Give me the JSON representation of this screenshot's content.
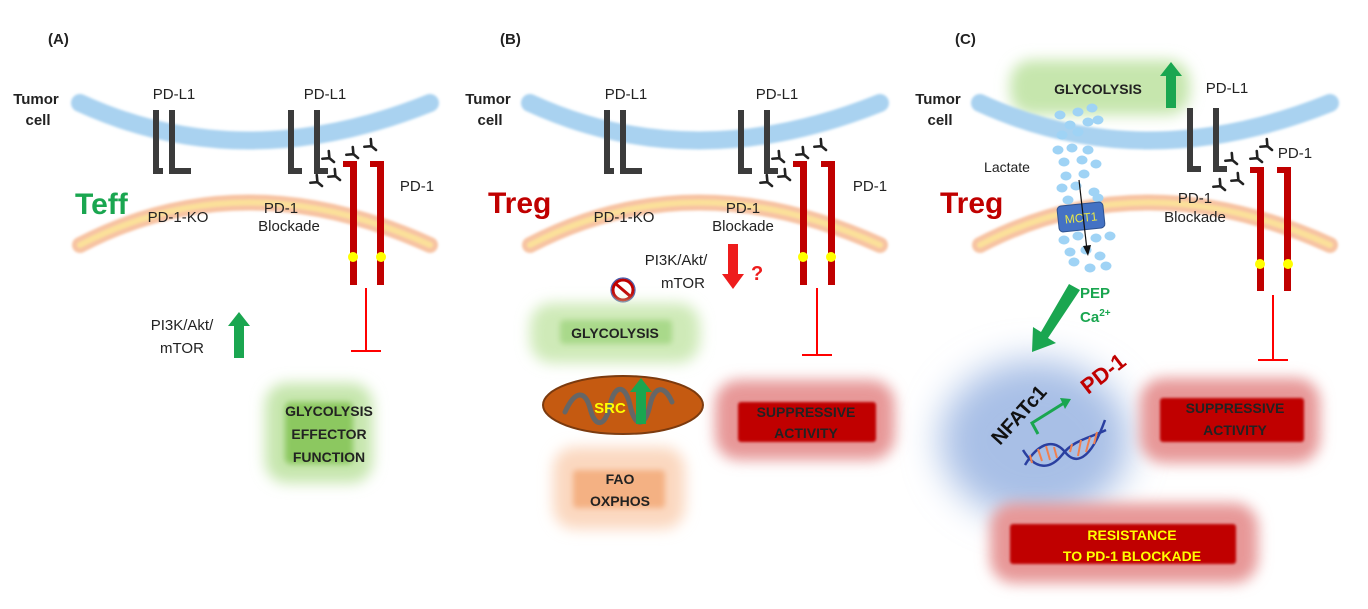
{
  "colors": {
    "tumor_membrane": "#a9d2f0",
    "tcell_membrane_outer": "#f7c3a3",
    "tcell_membrane_inner": "#fbe09a",
    "pdl1": "#3b3b3b",
    "pd1": "#c00000",
    "phospho_dot": "#ffff00",
    "inhibit_line": "#ff0000",
    "up_arrow": "#1aa650",
    "down_arrow": "#ee1c1c",
    "teff_label": "#1aa650",
    "treg_label": "#c00000",
    "glyco_glow": "#b8e09a",
    "glyco_core": "#8cc860",
    "suppressive_glow": "#e88a8a",
    "suppressive_core": "#c00000",
    "fao_glow": "#fbd8c0",
    "fao_core": "#f4b183",
    "mito_fill": "#c55a11",
    "mito_border": "#7b3a0e",
    "mito_cristae": "#666666",
    "src_text": "#ffff00",
    "lactate_dots": "#9fd3f5",
    "mct1_fill": "#4472c4",
    "mct1_text": "#e6e64a",
    "nucleus_blue": "#a8bfe6",
    "resistance_text": "#ffff00",
    "pep_text": "#1aa650"
  },
  "panels": [
    {
      "id": "A",
      "panel_label": "(A)",
      "tumor_cell_label": [
        "Tumor",
        "cell"
      ],
      "cell_type_label": "Teff",
      "pdl1_labels": [
        "PD-L1",
        "PD-L1"
      ],
      "pd1_label": "PD-1",
      "pd1_ko_label": "PD-1-KO",
      "blockade_label": [
        "PD-1",
        "Blockade"
      ],
      "pathway_label": [
        "PI3K/Akt/",
        "mTOR"
      ],
      "pathway_direction": "up",
      "outcome_box": [
        "GLYCOLYSIS",
        "EFFECTOR",
        "FUNCTION"
      ]
    },
    {
      "id": "B",
      "panel_label": "(B)",
      "tumor_cell_label": [
        "Tumor",
        "cell"
      ],
      "cell_type_label": "Treg",
      "pdl1_labels": [
        "PD-L1",
        "PD-L1"
      ],
      "pd1_label": "PD-1",
      "pd1_ko_label": "PD-1-KO",
      "blockade_label": [
        "PD-1",
        "Blockade"
      ],
      "pathway_label": [
        "PI3K/Akt/",
        "mTOR"
      ],
      "pathway_direction": "down",
      "question_mark": "?",
      "glycolysis_box": "GLYCOLYSIS",
      "mito_label": "SRC",
      "fao_box": [
        "FAO",
        "OXPHOS"
      ],
      "suppressive_box": [
        "SUPPRESSIVE",
        "ACTIVITY"
      ]
    },
    {
      "id": "C",
      "panel_label": "(C)",
      "tumor_cell_label": [
        "Tumor",
        "cell"
      ],
      "cell_type_label": "Treg",
      "glycolysis_box": "GLYCOLYSIS",
      "pdl1_label": "PD-L1",
      "pd1_label": "PD-1",
      "blockade_label": [
        "PD-1",
        "Blockade"
      ],
      "lactate_label": "Lactate",
      "transporter_label": "MCT1",
      "metabolites": [
        "PEP",
        "Ca"
      ],
      "calcium_superscript": "2+",
      "nfat_label": "NFATc1",
      "gene_label": "PD-1",
      "suppressive_box": [
        "SUPPRESSIVE",
        "ACTIVITY"
      ],
      "resistance_box": [
        "RESISTANCE",
        "TO PD-1 BLOCKADE"
      ]
    }
  ]
}
